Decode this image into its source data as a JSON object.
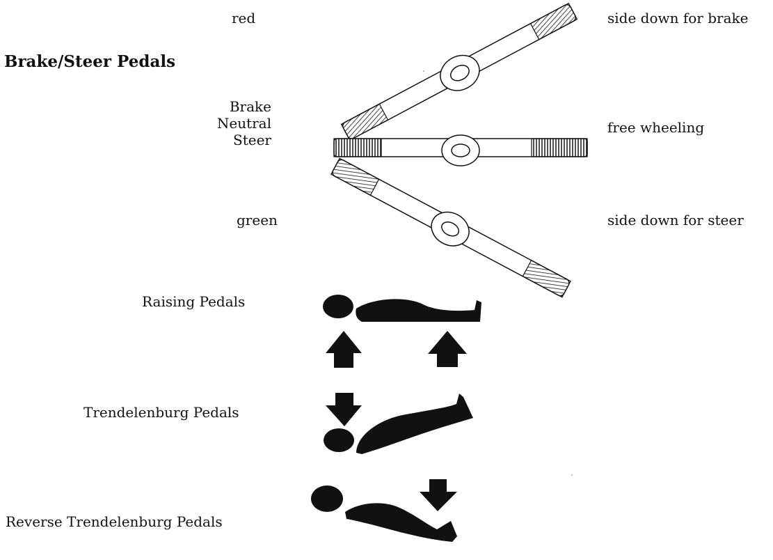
{
  "heading": "Brake/Steer Pedals",
  "brake_steer": {
    "top_left_label": "red",
    "top_right_label": "side down for brake",
    "mid_left_labels": [
      "Brake",
      "Neutral",
      "Steer"
    ],
    "mid_right_label": "free wheeling",
    "bottom_left_label": "green",
    "bottom_right_label": "side down for steer"
  },
  "pedals": {
    "raising": "Raising Pedals",
    "trendelenburg": "Trendelenburg Pedals",
    "reverse_trendelenburg": "Reverse Trendelenburg Pedals"
  }
}
